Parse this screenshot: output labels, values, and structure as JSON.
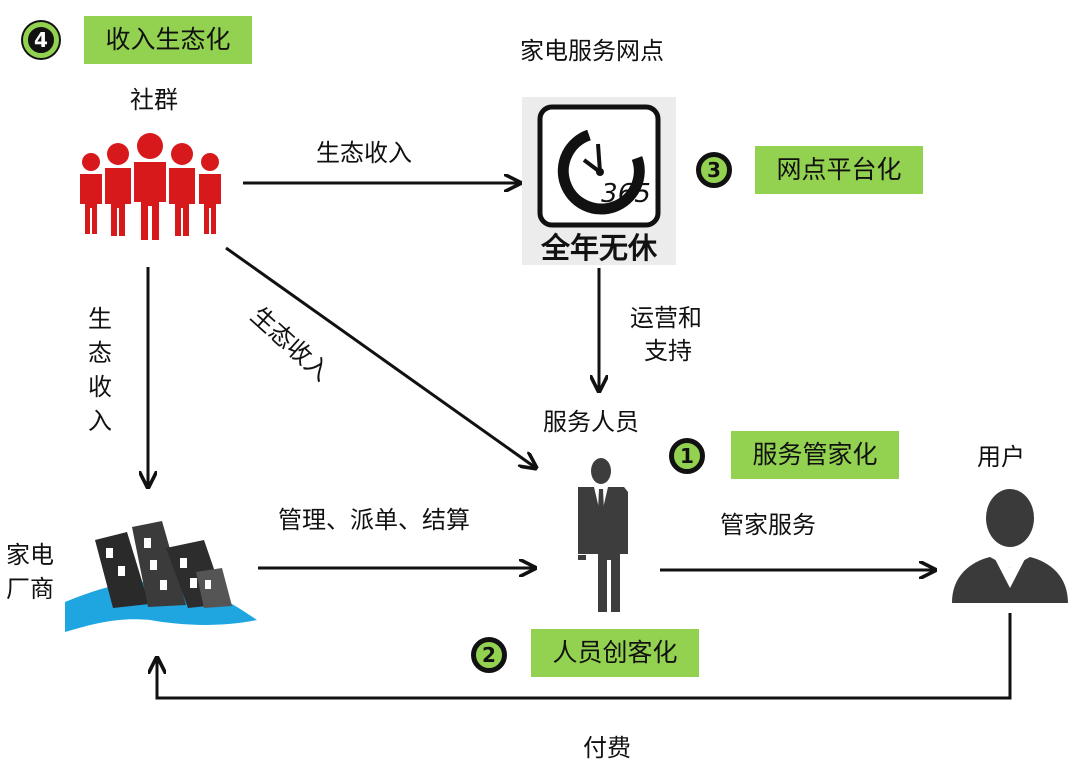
{
  "nodes": {
    "community": "社群",
    "outlet": "家电服务网点",
    "staff": "服务人员",
    "user": "用户",
    "manufacturer": [
      "家电",
      "厂商"
    ]
  },
  "outlet_logo": {
    "number": "365",
    "caption": "全年无休"
  },
  "edges": {
    "community_to_outlet": "生态收入",
    "community_to_staff": "生态收入",
    "community_to_manufacturer": [
      "生",
      "态",
      "收",
      "入"
    ],
    "outlet_to_staff": [
      "运营和",
      "支持"
    ],
    "manufacturer_to_staff": "管理、派单、结算",
    "staff_to_user": "管家服务",
    "user_to_manufacturer": "付费"
  },
  "steps": [
    {
      "number": "1",
      "label": "服务管家化"
    },
    {
      "number": "2",
      "label": "人员创客化"
    },
    {
      "number": "3",
      "label": "网点平台化"
    },
    {
      "number": "4",
      "label": "收入生态化"
    }
  ],
  "colors": {
    "tag_green": "#93d150",
    "people_red": "#d7191c",
    "dark_figure": "#3d3d3d",
    "water_blue": "#1fa6e0"
  },
  "icons": [
    "community-people-icon",
    "service-365-icon",
    "service-staff-icon",
    "user-avatar-icon",
    "factory-buildings-icon"
  ]
}
